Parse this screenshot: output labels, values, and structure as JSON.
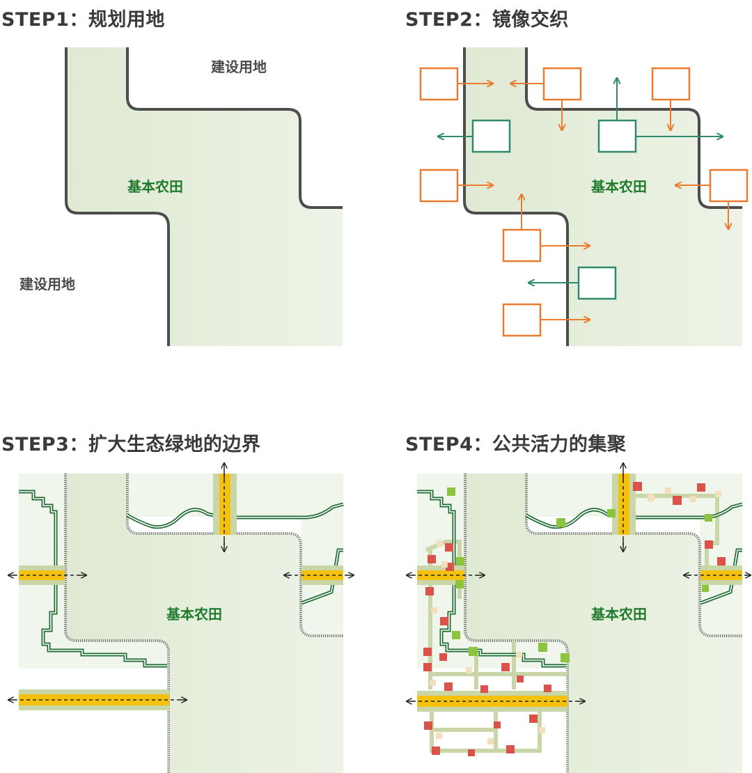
{
  "steps": [
    {
      "title": "STEP1：规划用地"
    },
    {
      "title": "STEP2：镜像交织"
    },
    {
      "title": "STEP3：扩大生态绿地的边界"
    },
    {
      "title": "STEP4：公共活力的集聚"
    }
  ],
  "labels": {
    "construction_land": "建设用地",
    "basic_farmland": "基本农田"
  },
  "colors": {
    "farmland_fill": "#e2ecd8",
    "boundary": "#4d4d4d",
    "orange": "#ee7a2d",
    "teal": "#2e8a6a",
    "dark_green": "#1d6a32",
    "road_yellow": "#f4c10f",
    "road_band": "#c9d7a8",
    "red_node": "#d9534a",
    "green_node": "#8cc43e",
    "beige_node": "#f1dfc0"
  }
}
